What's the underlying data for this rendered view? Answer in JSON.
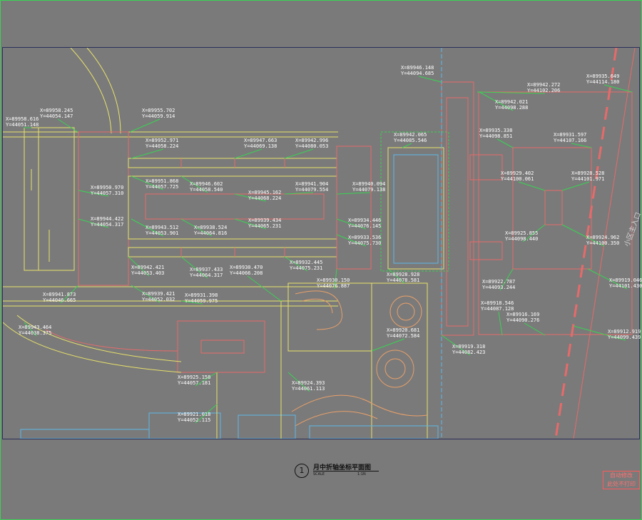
{
  "title": "月中折轴坐标平面图",
  "title_number": "1",
  "scale_label": "SCALE",
  "scale_value": "1:1N",
  "entrance_label": "小区主入口",
  "stamp": [
    "自动修改",
    "此处不打印"
  ],
  "colors": {
    "background": "#7a7a7a",
    "border": "#39d353",
    "leader": "#39d353",
    "yellow": "#e8e26a",
    "red": "#e86a6a",
    "cyan": "#5fb8e8",
    "label": "#ffffff"
  },
  "coordinates": [
    "X=89958.616\nY=44051.148",
    "X=89958.245\nY=44054.147",
    "X=89955.702\nY=44059.914",
    "X=89952.971\nY=44058.224",
    "X=89947.663\nY=44069.138",
    "X=89942.996\nY=44080.053",
    "X=89942.065\nY=44085.546",
    "X=89946.148\nY=44094.685",
    "X=89942.272\nY=44102.206",
    "X=89935.649\nY=44114.180",
    "X=89942.021\nY=44098.288",
    "X=89935.338\nY=44098.851",
    "X=89931.597\nY=44107.166",
    "X=89950.970\nY=44057.310",
    "X=89951.868\nY=44057.725",
    "X=89946.602\nY=44058.540",
    "X=89945.162\nY=44068.224",
    "X=89941.904\nY=44079.554",
    "X=89940.094\nY=44079.138",
    "X=89929.402\nY=44100.061",
    "X=89928.528\nY=44101.971",
    "X=89944.422\nY=44054.317",
    "X=89943.512\nY=44053.901",
    "X=89938.524\nY=44064.816",
    "X=89939.434\nY=44065.231",
    "X=89934.446\nY=44076.145",
    "X=89933.536\nY=44075.730",
    "X=89925.855\nY=44098.440",
    "X=89924.962\nY=44100.350",
    "X=89942.421\nY=44053.403",
    "X=89937.433\nY=44064.317",
    "X=89930.470\nY=44066.208",
    "X=89932.445\nY=44075.231",
    "X=89930.150\nY=44076.887",
    "X=89928.928\nY=44078.581",
    "X=89922.787\nY=44093.244",
    "X=89919.046\nY=44101.430",
    "X=89941.873\nY=44046.665",
    "X=89939.421\nY=44052.032",
    "X=89931.398\nY=44059.975",
    "X=89918.546\nY=44087.128",
    "X=89916.169\nY=44090.276",
    "X=89943.464\nY=44038.375",
    "X=89920.681\nY=44072.584",
    "X=89919.318\nY=44082.423",
    "X=89912.919\nY=44099.439",
    "X=89925.158\nY=44057.181",
    "X=89924.393\nY=44061.113",
    "X=89921.018\nY=44052.115"
  ]
}
